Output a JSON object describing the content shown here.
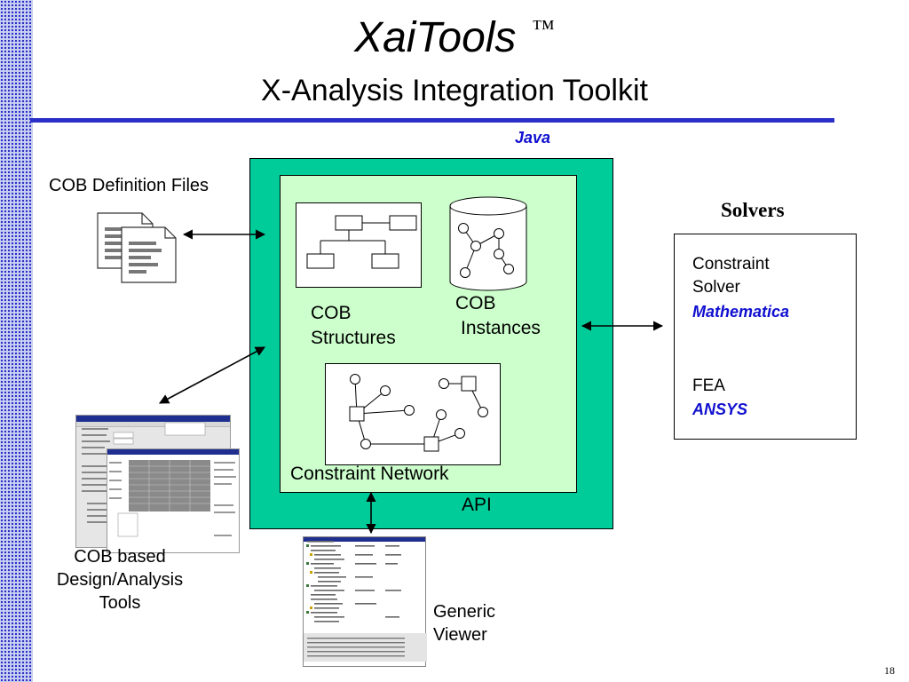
{
  "title": {
    "main": "XaiTools",
    "tm": "™"
  },
  "subtitle": "X-Analysis Integration Toolkit",
  "java_label": "Java",
  "cob_definition_files": "COB Definition Files",
  "cob_structures": {
    "line1": "COB",
    "line2": "Structures"
  },
  "cob_instances": {
    "line1": "COB",
    "line2": "Instances"
  },
  "constraint_network": "Constraint Network",
  "api": "API",
  "solvers": {
    "title": "Solvers",
    "constraint_solver_line1": "Constraint",
    "constraint_solver_line2": "Solver",
    "mathematica": "Mathematica",
    "fea": "FEA",
    "ansys": "ANSYS"
  },
  "cob_tools": {
    "line1": "COB based",
    "line2": "Design/Analysis",
    "line3": "Tools"
  },
  "generic_viewer": {
    "line1": "Generic",
    "line2": "Viewer"
  },
  "page_number": "18",
  "colors": {
    "accent_blue": "#2a2fc8",
    "outer_box": "#00cc99",
    "inner_box": "#ccffcc",
    "emphasis_text": "#1010d0"
  }
}
